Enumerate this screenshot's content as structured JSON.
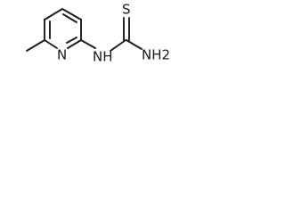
{
  "molecule": {
    "atoms": {
      "n_ring": "N",
      "nh": "NH",
      "s": "S",
      "nh2": "NH2"
    }
  }
}
